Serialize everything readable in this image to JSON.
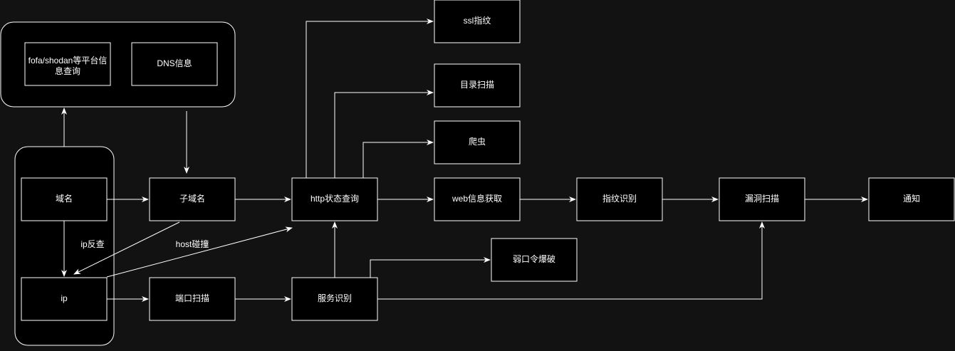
{
  "diagram": {
    "groups": {
      "info_sources": "info-sources-group",
      "seeds": "seeds-group"
    },
    "nodes": {
      "fofa": {
        "line1": "fofa/shodan等平台信",
        "line2": "息查询"
      },
      "dns": "DNS信息",
      "domain": "域名",
      "subdomain": "子域名",
      "ip": "ip",
      "http": "http状态查询",
      "ssl": "ssl指纹",
      "dir": "目录扫描",
      "crawler": "爬虫",
      "webinfo": "web信息获取",
      "fingerprint": "指纹识别",
      "vulnscan": "漏洞扫描",
      "notify": "通知",
      "portscan": "端口扫描",
      "service": "服务识别",
      "bruteforce": "弱口令爆破"
    },
    "edge_labels": {
      "ip_reverse": "ip反查",
      "host_collision": "host碰撞"
    }
  }
}
